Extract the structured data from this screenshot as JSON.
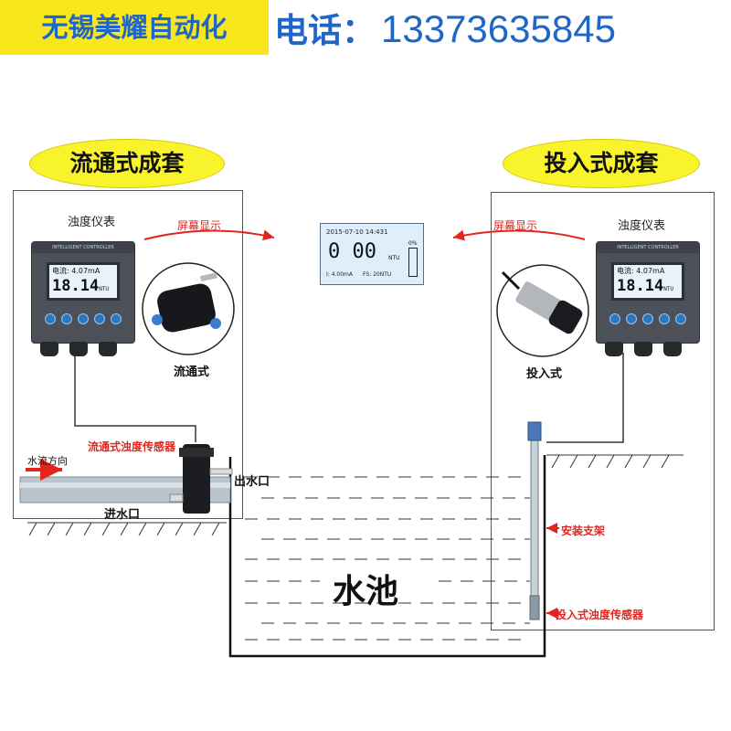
{
  "header": {
    "brand": "无锡美耀自动化",
    "phone_label": "电话：",
    "phone_number": "13373635845"
  },
  "left": {
    "title": "流通式成套",
    "meter_label": "浊度仪表",
    "screen_arrow_label": "屏幕显示",
    "sensor_photo_label": "流通式",
    "sensor_label": "流通式浊度传感器",
    "flow_direction": "水流方向",
    "outlet": "出水口",
    "inlet": "进水口"
  },
  "right": {
    "title": "投入式成套",
    "meter_label": "浊度仪表",
    "screen_arrow_label": "屏幕显示",
    "sensor_photo_label": "投入式",
    "bracket_label": "安装支架",
    "sensor_label": "投入式浊度传感器"
  },
  "meter": {
    "brand_text": "INTELLIGENT CONTROLLER",
    "current_line": "电流: 4.07mA",
    "reading": "18.14",
    "unit": "NTU"
  },
  "screen": {
    "datetime": "2015-07-10  14:431",
    "value": "0 00",
    "unit": "NTU",
    "bar_label": "0%",
    "current": "I:  4.00mA",
    "fs": "FS:   20NTU"
  },
  "pool": {
    "label": "水池"
  },
  "colors": {
    "brand_blue": "#1f66c7",
    "highlight_yellow": "#f8f32b",
    "arrow_red": "#e2251d"
  }
}
